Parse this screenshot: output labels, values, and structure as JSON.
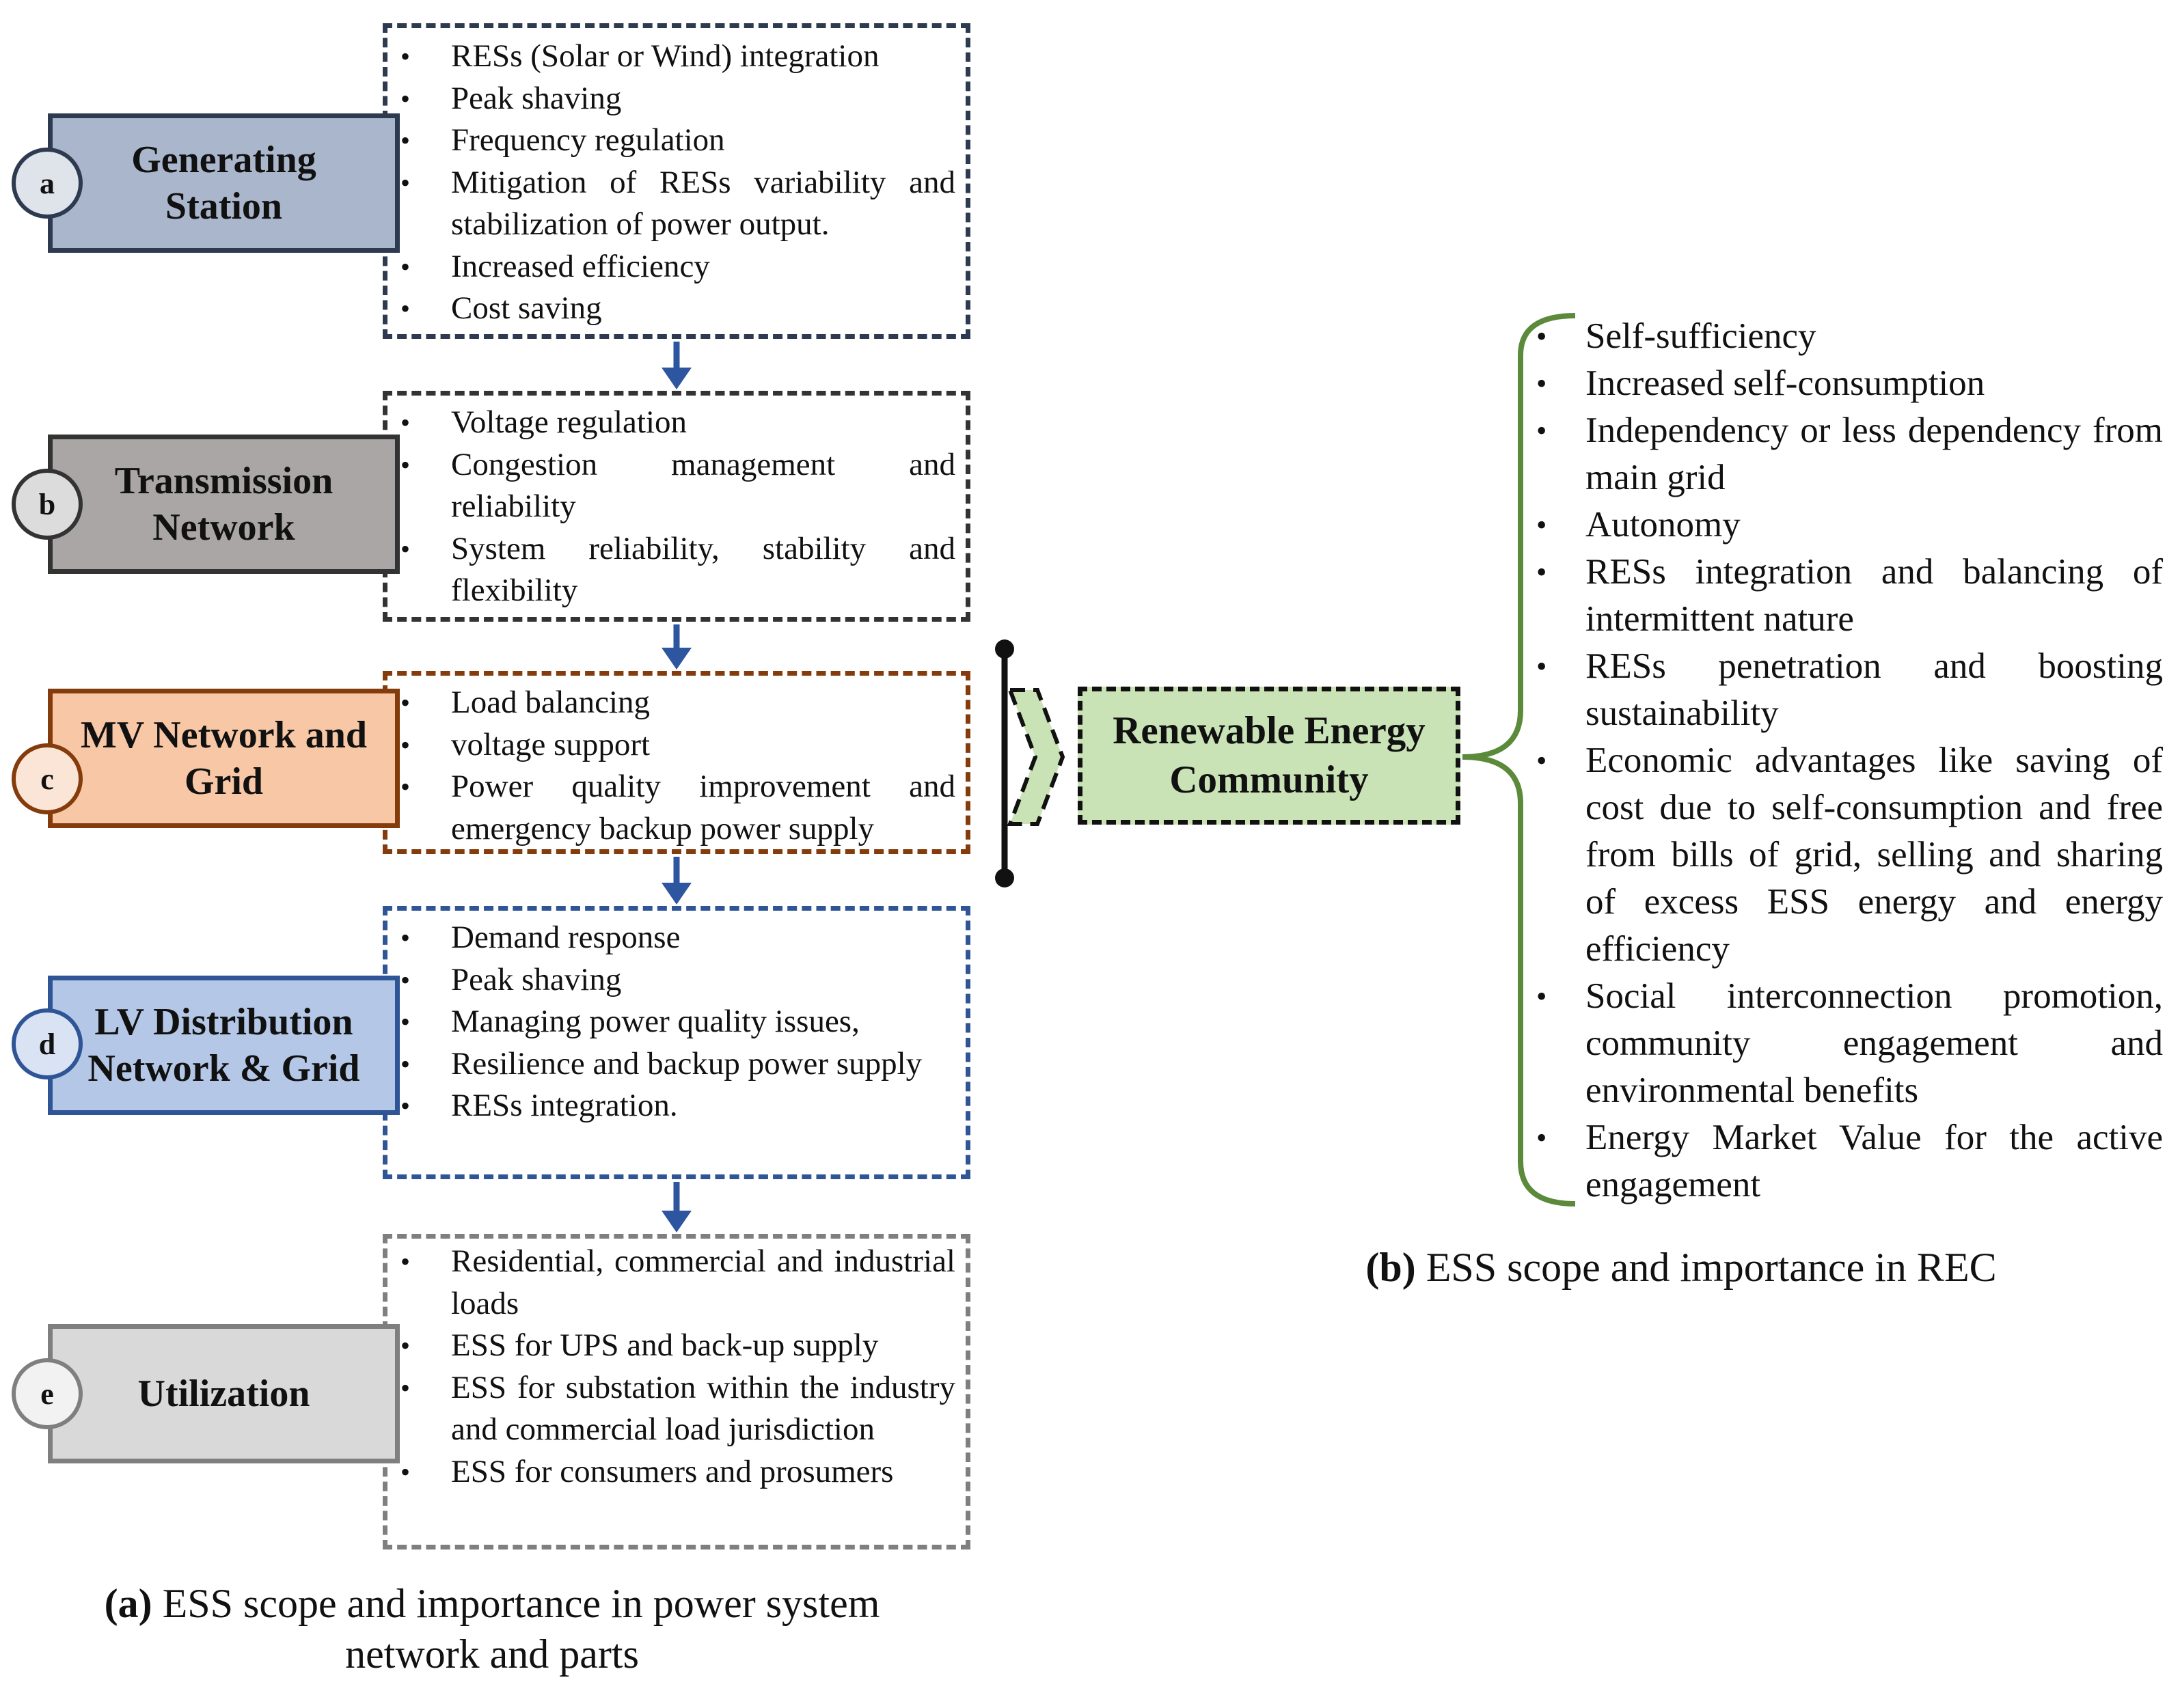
{
  "colors": {
    "arrow_blue": "#2e55a0",
    "rec_bracket_green": "#5a8a3a",
    "rec_fill": "#c9e3b6"
  },
  "stages": [
    {
      "letter": "a",
      "title": "Generating Station",
      "fill": "#aab6cb",
      "border": "#2d3a4f",
      "box_border": "#2d3a4f",
      "items": [
        "RESs (Solar or Wind) integration",
        "Peak shaving",
        "Frequency regulation",
        "Mitigation of RESs variability and stabilization of power output.",
        "Increased efficiency",
        "Cost saving"
      ]
    },
    {
      "letter": "b",
      "title": "Transmission Network",
      "fill": "#aaa6a6",
      "border": "#333333",
      "box_border": "#333333",
      "items": [
        "Voltage regulation",
        "Congestion management and reliability",
        "System reliability, stability and flexibility"
      ]
    },
    {
      "letter": "c",
      "title": "MV Network and Grid",
      "fill": "#f7c7a6",
      "border": "#843c0c",
      "box_border": "#843c0c",
      "items": [
        "Load balancing",
        "voltage support",
        "Power quality improvement and emergency backup power supply"
      ]
    },
    {
      "letter": "d",
      "title": "LV Distribution Network & Grid",
      "fill": "#b4c7e7",
      "border": "#2f5597",
      "box_border": "#2f5597",
      "items": [
        "Demand response",
        "Peak shaving",
        "Managing power quality issues,",
        "Resilience and backup power supply",
        "RESs integration."
      ]
    },
    {
      "letter": "e",
      "title": "Utilization",
      "fill": "#d9d9d9",
      "border": "#7f7f7f",
      "box_border": "#7f7f7f",
      "items": [
        "Residential, commercial and industrial loads",
        "ESS for UPS and back-up supply",
        "ESS for substation within the industry and commercial load jurisdiction",
        "ESS for consumers and prosumers"
      ]
    }
  ],
  "rec": {
    "title": "Renewable Energy Community",
    "items": [
      "Self-sufficiency",
      "Increased self-consumption",
      "Independency or less dependency from main grid",
      "Autonomy",
      "RESs integration and balancing of intermittent nature",
      "RESs penetration and boosting sustainability",
      "Economic advantages like saving of cost  due to self-consumption and free from bills of grid, selling and sharing of excess ESS energy and energy efficiency",
      "Social interconnection promotion, community engagement and environmental benefits",
      "Energy Market Value for the active engagement"
    ]
  },
  "captions": {
    "a_tag": "(a)",
    "a_text": "ESS scope and importance in power system network and parts",
    "b_tag": "(b)",
    "b_text": "ESS scope and importance in REC"
  }
}
